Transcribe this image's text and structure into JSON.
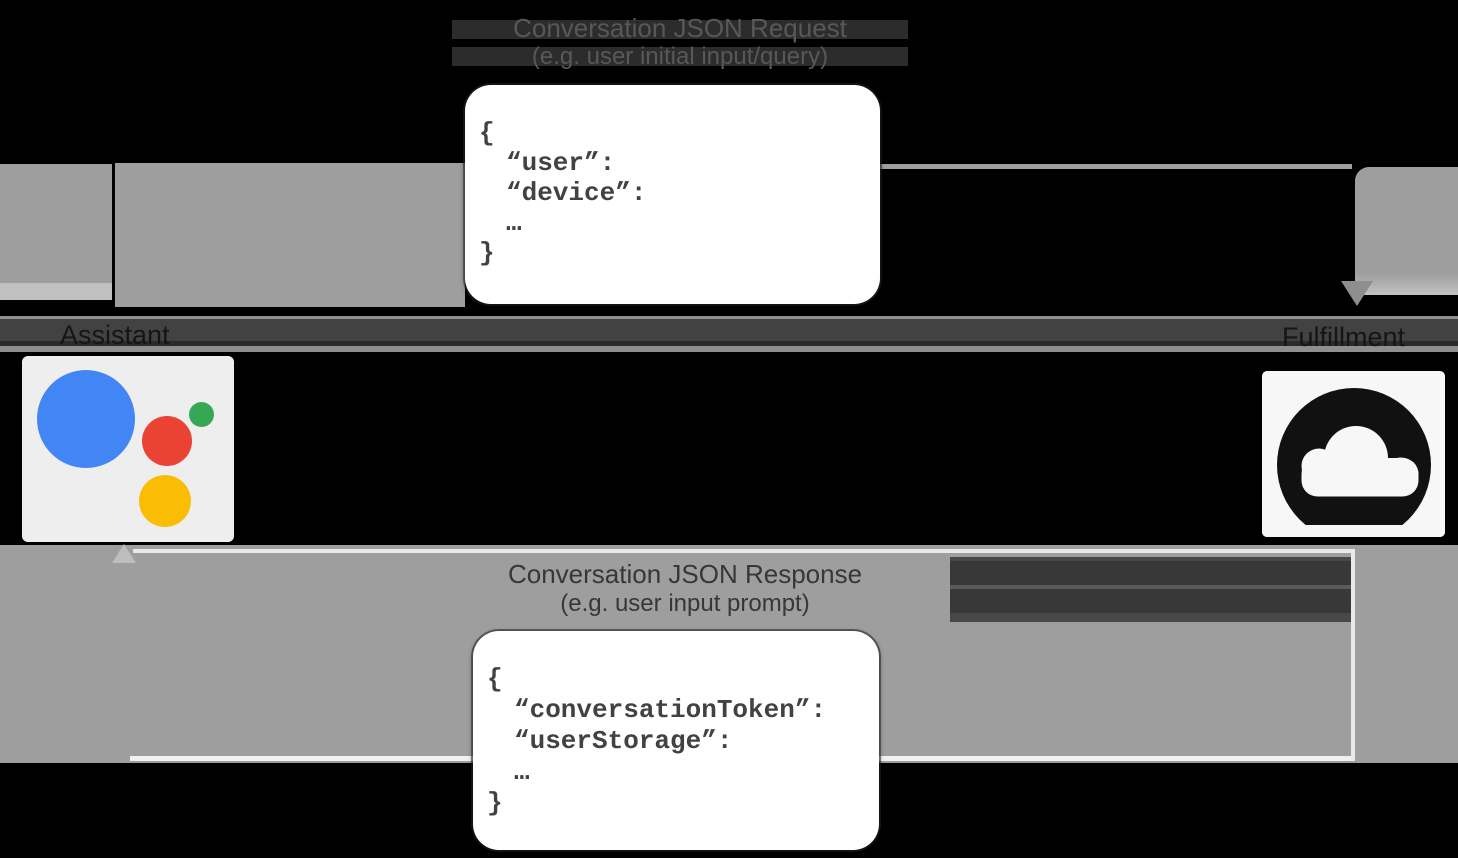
{
  "top_flow": {
    "title": "Conversation JSON Request",
    "subtitle": "(e.g. user initial input/query)",
    "code": [
      "{",
      "“user”:",
      "“device”:",
      "…",
      "}"
    ]
  },
  "nodes": {
    "assistant_label": "Assistant",
    "fulfillment_label": "Fulfillment"
  },
  "bottom_flow": {
    "title": "Conversation JSON Response",
    "subtitle": "(e.g. user input prompt)",
    "code": [
      "{",
      "“conversationToken”:",
      "“userStorage”:",
      "…",
      "}"
    ]
  },
  "icons": {
    "assistant": "google-assistant-logo",
    "fulfillment": "google-cloud-icon"
  },
  "colors": {
    "arrow_gray": "#9e9e9e",
    "band_dark": "#424242",
    "assistant_blue": "#4285F4",
    "assistant_red": "#EA4335",
    "assistant_green": "#34A853",
    "assistant_yellow": "#FBBC04",
    "cloud_black": "#111111",
    "cloud_cutout": "#f7f7f7",
    "code_text": "#424242",
    "box_white": "#ffffff"
  }
}
